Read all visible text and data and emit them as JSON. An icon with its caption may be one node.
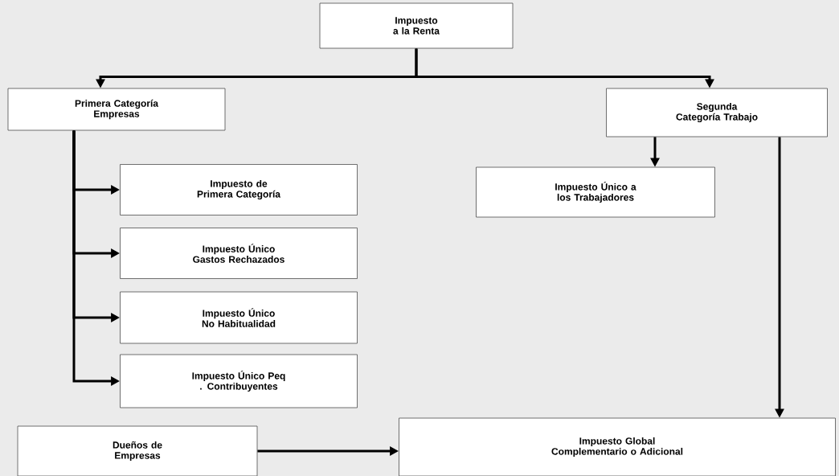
{
  "diagram": {
    "nodes": [
      {
        "text": [
          "Impuesto a la Renta"
        ]
      },
      {
        "text": [
          "Primera Categoría Empresas"
        ]
      },
      {
        "text": [
          "Segunda Categoría Trabajo"
        ]
      },
      {
        "text": [
          "Impuesto de Primera Categoría"
        ]
      },
      {
        "text": [
          "Impuesto Único Gastos Rechazados"
        ]
      },
      {
        "text": [
          "Impuesto Único No Habitualidad"
        ]
      },
      {
        "text": [
          "Impuesto Único Peq . Contribuyentes"
        ]
      },
      {
        "text": [
          "Impuesto Único a los Trabajadores"
        ]
      },
      {
        "text": [
          "Dueños de Empresas"
        ]
      },
      {
        "text": [
          "Impuesto Global Complementario o Adicional"
        ]
      }
    ],
    "edges": [
      {
        "from": 0,
        "to": 1,
        "arrow": "to"
      },
      {
        "from": 0,
        "to": 2,
        "arrow": "to"
      },
      {
        "from": 1,
        "to": 3,
        "arrow": "to"
      },
      {
        "from": 1,
        "to": 4,
        "arrow": "to"
      },
      {
        "from": 1,
        "to": 5,
        "arrow": "to"
      },
      {
        "from": 1,
        "to": 6,
        "arrow": "to"
      },
      {
        "from": 2,
        "to": 7,
        "arrow": "to"
      },
      {
        "from": 2,
        "to": 9,
        "arrow": "to"
      },
      {
        "from": 8,
        "to": 9,
        "arrow": "to"
      }
    ]
  }
}
